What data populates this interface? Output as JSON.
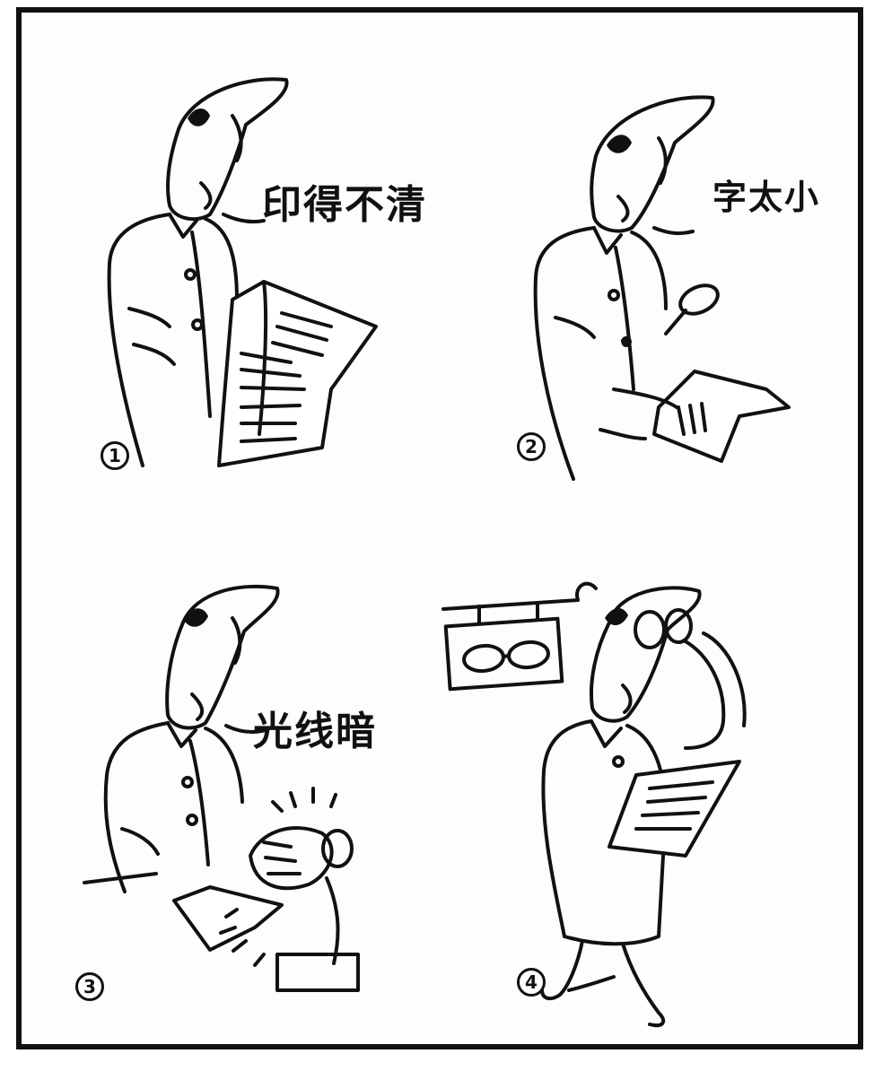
{
  "panels": [
    {
      "number": "1",
      "caption": "印得不清"
    },
    {
      "number": "2",
      "caption": "字太小"
    },
    {
      "number": "3",
      "caption": "光线暗"
    },
    {
      "number": "4",
      "caption": ""
    }
  ]
}
